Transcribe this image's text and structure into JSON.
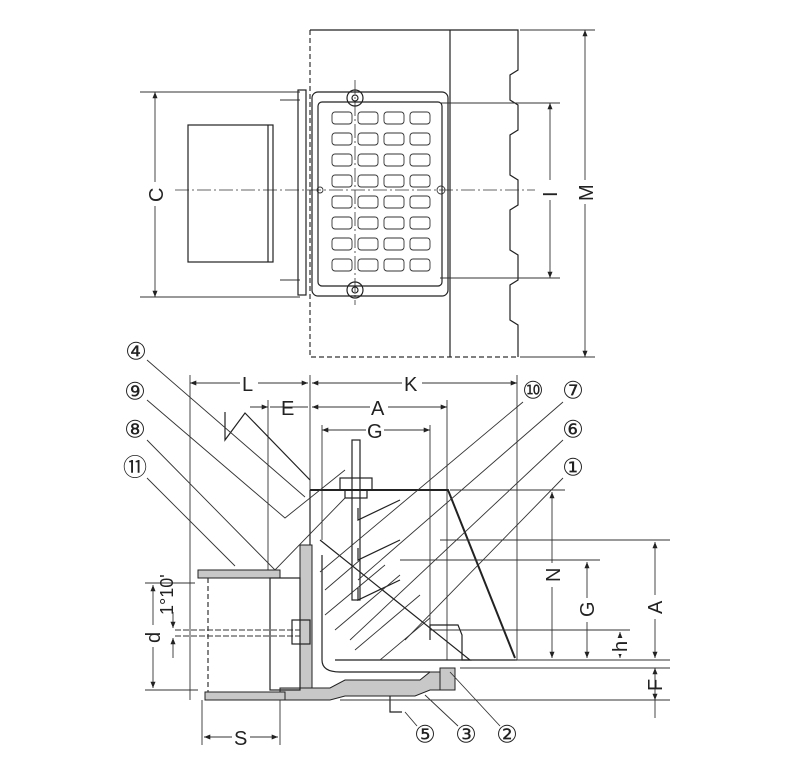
{
  "drawing": {
    "dimensions": {
      "C": "C",
      "I": "I",
      "M": "M",
      "L": "L",
      "K": "K",
      "E": "E",
      "A_top": "A",
      "G_top": "G",
      "N": "N",
      "G_side": "G",
      "A_side": "A",
      "h": "h",
      "F": "F",
      "d": "d",
      "S": "S",
      "angle": "1°10'"
    },
    "part_labels": [
      "①",
      "②",
      "③",
      "④",
      "⑤",
      "⑥",
      "⑦",
      "⑧",
      "⑨",
      "⑩",
      "⑪"
    ]
  }
}
